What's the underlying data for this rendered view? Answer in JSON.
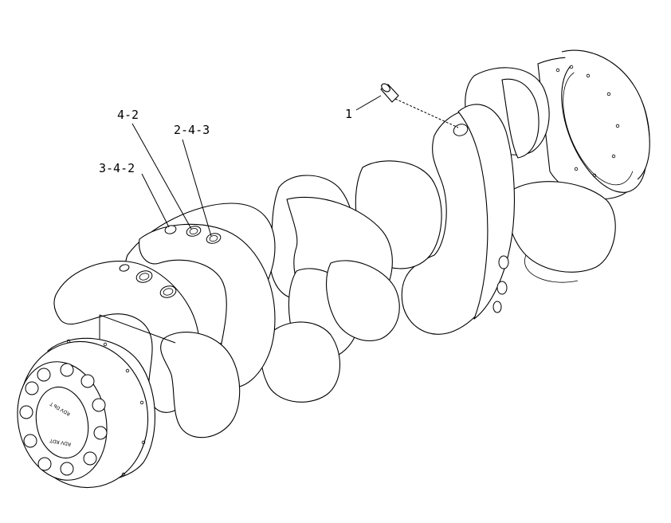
{
  "callouts": {
    "c1": "1",
    "c2": "4-2",
    "c3": "2-4-3",
    "c4": "3-4-2"
  },
  "flange_text": {
    "top": "ꓕ ꟼꓷ  ꓥꓷꓤ",
    "bottom": "ꓕꓷꓤ  ꓥꓷꓤ"
  },
  "colors": {
    "line": "#000000",
    "background": "#ffffff"
  }
}
